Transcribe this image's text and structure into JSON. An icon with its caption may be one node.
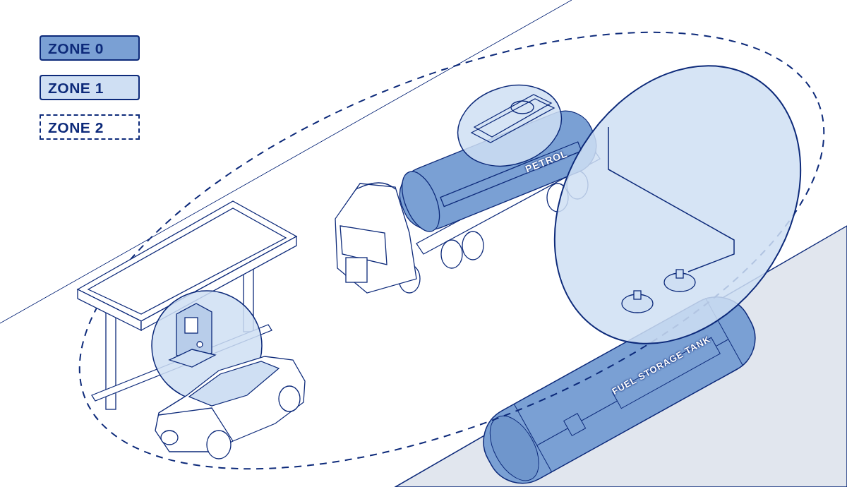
{
  "diagram": {
    "labels": [
      "PETROL",
      "FUEL STORAGE TANK"
    ],
    "legend": [
      {
        "text": "ZONE 0",
        "color": "#7aa0d4"
      },
      {
        "text": "ZONE 1",
        "color": "#cfdff3"
      },
      {
        "text": "ZONE 2"
      }
    ]
  }
}
